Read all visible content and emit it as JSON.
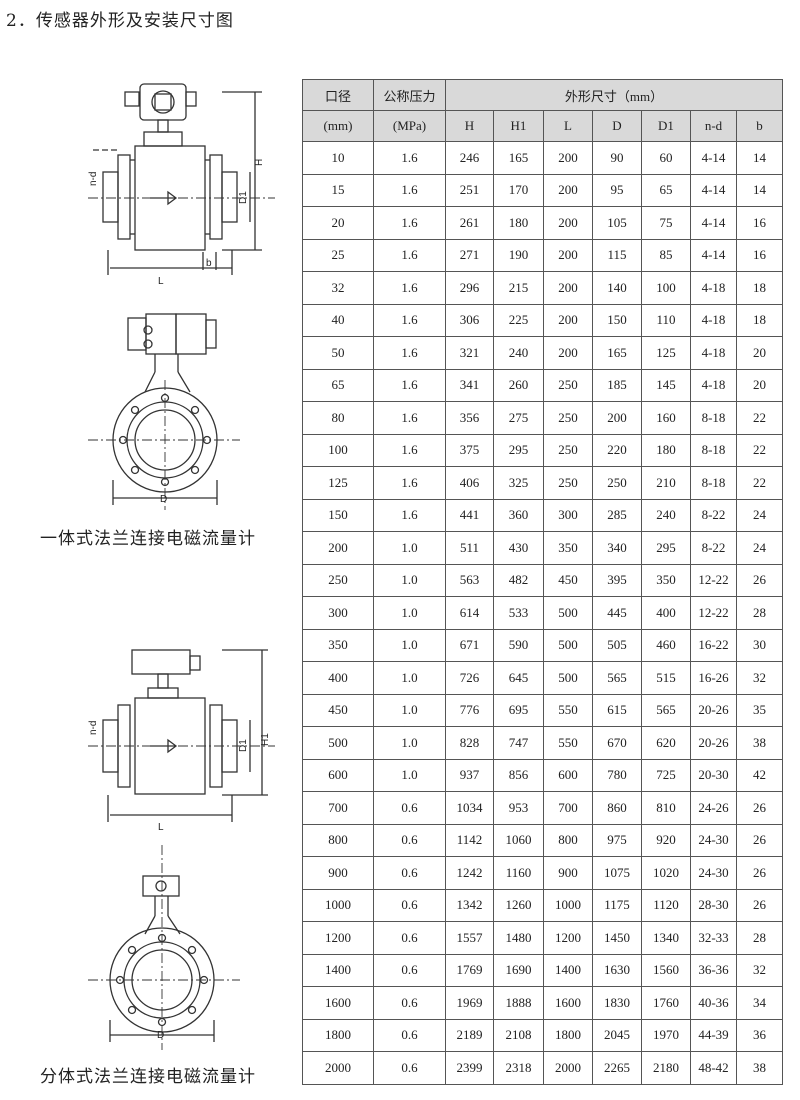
{
  "heading": "2．传感器外形及安装尺寸图",
  "captions": {
    "integrated": "一体式法兰连接电磁流量计",
    "separate": "分体式法兰连接电磁流量计"
  },
  "diagram_labels": {
    "nd": "n-d",
    "H": "H",
    "H1": "H1",
    "D1": "D1",
    "b": "b",
    "L": "L",
    "D": "D"
  },
  "table": {
    "headers": {
      "diameter": "口径",
      "diameter_unit": "(mm)",
      "pressure": "公称压力",
      "pressure_unit": "(MPa)",
      "dims": "外形尺寸（mm）",
      "cols": [
        "H",
        "H1",
        "L",
        "D",
        "D1",
        "n-d",
        "b"
      ]
    },
    "rows": [
      [
        "10",
        "1.6",
        "246",
        "165",
        "200",
        "90",
        "60",
        "4-14",
        "14"
      ],
      [
        "15",
        "1.6",
        "251",
        "170",
        "200",
        "95",
        "65",
        "4-14",
        "14"
      ],
      [
        "20",
        "1.6",
        "261",
        "180",
        "200",
        "105",
        "75",
        "4-14",
        "16"
      ],
      [
        "25",
        "1.6",
        "271",
        "190",
        "200",
        "115",
        "85",
        "4-14",
        "16"
      ],
      [
        "32",
        "1.6",
        "296",
        "215",
        "200",
        "140",
        "100",
        "4-18",
        "18"
      ],
      [
        "40",
        "1.6",
        "306",
        "225",
        "200",
        "150",
        "110",
        "4-18",
        "18"
      ],
      [
        "50",
        "1.6",
        "321",
        "240",
        "200",
        "165",
        "125",
        "4-18",
        "20"
      ],
      [
        "65",
        "1.6",
        "341",
        "260",
        "250",
        "185",
        "145",
        "4-18",
        "20"
      ],
      [
        "80",
        "1.6",
        "356",
        "275",
        "250",
        "200",
        "160",
        "8-18",
        "22"
      ],
      [
        "100",
        "1.6",
        "375",
        "295",
        "250",
        "220",
        "180",
        "8-18",
        "22"
      ],
      [
        "125",
        "1.6",
        "406",
        "325",
        "250",
        "250",
        "210",
        "8-18",
        "22"
      ],
      [
        "150",
        "1.6",
        "441",
        "360",
        "300",
        "285",
        "240",
        "8-22",
        "24"
      ],
      [
        "200",
        "1.0",
        "511",
        "430",
        "350",
        "340",
        "295",
        "8-22",
        "24"
      ],
      [
        "250",
        "1.0",
        "563",
        "482",
        "450",
        "395",
        "350",
        "12-22",
        "26"
      ],
      [
        "300",
        "1.0",
        "614",
        "533",
        "500",
        "445",
        "400",
        "12-22",
        "28"
      ],
      [
        "350",
        "1.0",
        "671",
        "590",
        "500",
        "505",
        "460",
        "16-22",
        "30"
      ],
      [
        "400",
        "1.0",
        "726",
        "645",
        "500",
        "565",
        "515",
        "16-26",
        "32"
      ],
      [
        "450",
        "1.0",
        "776",
        "695",
        "550",
        "615",
        "565",
        "20-26",
        "35"
      ],
      [
        "500",
        "1.0",
        "828",
        "747",
        "550",
        "670",
        "620",
        "20-26",
        "38"
      ],
      [
        "600",
        "1.0",
        "937",
        "856",
        "600",
        "780",
        "725",
        "20-30",
        "42"
      ],
      [
        "700",
        "0.6",
        "1034",
        "953",
        "700",
        "860",
        "810",
        "24-26",
        "26"
      ],
      [
        "800",
        "0.6",
        "1142",
        "1060",
        "800",
        "975",
        "920",
        "24-30",
        "26"
      ],
      [
        "900",
        "0.6",
        "1242",
        "1160",
        "900",
        "1075",
        "1020",
        "24-30",
        "26"
      ],
      [
        "1000",
        "0.6",
        "1342",
        "1260",
        "1000",
        "1175",
        "1120",
        "28-30",
        "26"
      ],
      [
        "1200",
        "0.6",
        "1557",
        "1480",
        "1200",
        "1450",
        "1340",
        "32-33",
        "28"
      ],
      [
        "1400",
        "0.6",
        "1769",
        "1690",
        "1400",
        "1630",
        "1560",
        "36-36",
        "32"
      ],
      [
        "1600",
        "0.6",
        "1969",
        "1888",
        "1600",
        "1830",
        "1760",
        "40-36",
        "34"
      ],
      [
        "1800",
        "0.6",
        "2189",
        "2108",
        "1800",
        "2045",
        "1970",
        "44-39",
        "36"
      ],
      [
        "2000",
        "0.6",
        "2399",
        "2318",
        "2000",
        "2265",
        "2180",
        "48-42",
        "38"
      ]
    ]
  }
}
